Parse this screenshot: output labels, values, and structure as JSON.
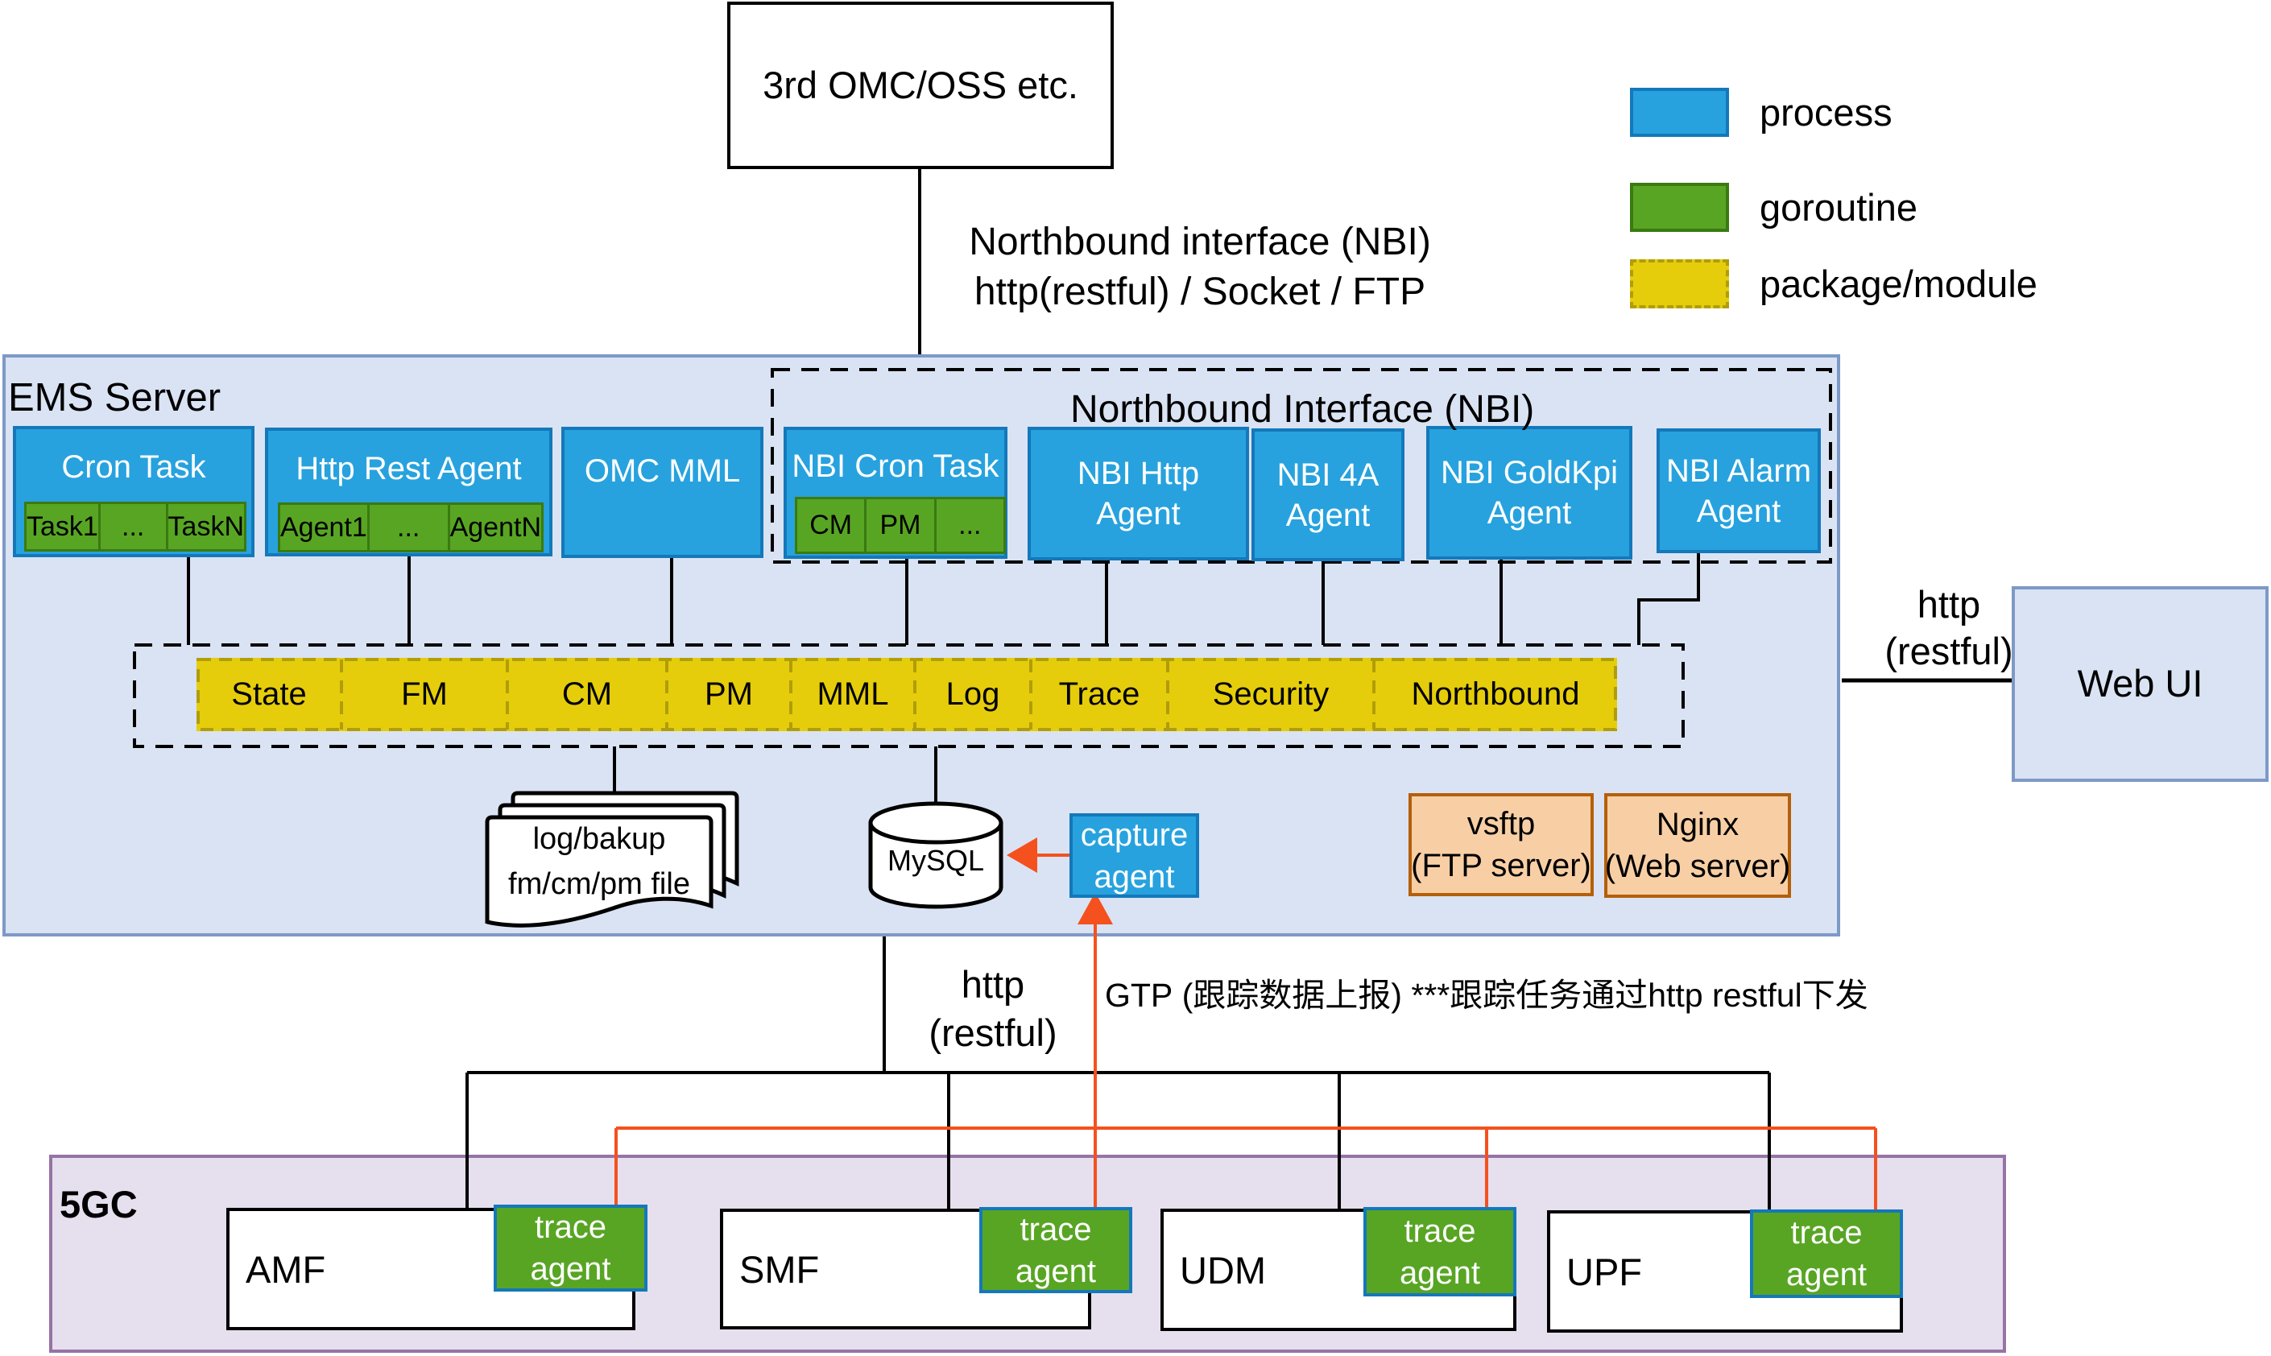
{
  "colors": {
    "process_fill": "#27a2de",
    "process_border": "#1478ba",
    "goroutine_fill": "#58a524",
    "goroutine_border": "#3a7a10",
    "module_fill": "#e5cd0b",
    "module_border": "#b19d08",
    "container_fill": "#dae3f3",
    "container_border": "#7d99c7",
    "server_fill": "#f8cfa5",
    "server_border": "#b45f0b",
    "core_fill": "#e6dfee",
    "core_border": "#9673a6",
    "arrow_orange": "#f4511e",
    "line_black": "#000000"
  },
  "external_box": {
    "label": "3rd OMC/OSS etc."
  },
  "north_link": {
    "line1": "Northbound interface (NBI)",
    "line2": "http(restful) / Socket / FTP"
  },
  "legend": {
    "items": [
      {
        "label": "process"
      },
      {
        "label": "goroutine"
      },
      {
        "label": "package/module"
      }
    ]
  },
  "ems": {
    "label": "EMS Server",
    "processes": [
      {
        "title": "Cron Task",
        "cells": [
          "Task1",
          "...",
          "TaskN"
        ]
      },
      {
        "title": "Http Rest Agent",
        "cells": [
          "Agent1",
          "...",
          "AgentN"
        ]
      },
      {
        "title": "OMC MML"
      },
      {
        "title": "NBI Cron Task",
        "cells": [
          "CM",
          "PM",
          "..."
        ]
      },
      {
        "line1": "NBI Http",
        "line2": "Agent"
      },
      {
        "line1": "NBI 4A",
        "line2": "Agent"
      },
      {
        "line1": "NBI GoldKpi",
        "line2": "Agent"
      },
      {
        "line1": "NBI Alarm",
        "line2": "Agent"
      }
    ],
    "nbi_group_label": "Northbound Interface (NBI)",
    "modules": [
      "State",
      "FM",
      "CM",
      "PM",
      "MML",
      "Log",
      "Trace",
      "Security",
      "Northbound"
    ],
    "files": {
      "line1": "log/bakup",
      "line2": "fm/cm/pm file"
    },
    "database": {
      "label": "MySQL"
    },
    "capture_agent": {
      "line1": "capture",
      "line2": "agent"
    },
    "ftp_server": {
      "line1": "vsftp",
      "line2": "(FTP server)"
    },
    "web_server": {
      "line1": "Nginx",
      "line2": "(Web server)"
    }
  },
  "web_ui": {
    "label": "Web UI"
  },
  "links": {
    "webui_http": {
      "line1": "http",
      "line2": "(restful)"
    },
    "core_http": {
      "line1": "http",
      "line2": "(restful)"
    },
    "gtp_note": "GTP (跟踪数据上报) ***跟踪任务通过http restful下发"
  },
  "core": {
    "label": "5GC",
    "nfs": [
      {
        "name": "AMF",
        "agent_line1": "trace",
        "agent_line2": "agent"
      },
      {
        "name": "SMF",
        "agent_line1": "trace",
        "agent_line2": "agent"
      },
      {
        "name": "UDM",
        "agent_line1": "trace",
        "agent_line2": "agent"
      },
      {
        "name": "UPF",
        "agent_line1": "trace",
        "agent_line2": "agent"
      }
    ]
  }
}
